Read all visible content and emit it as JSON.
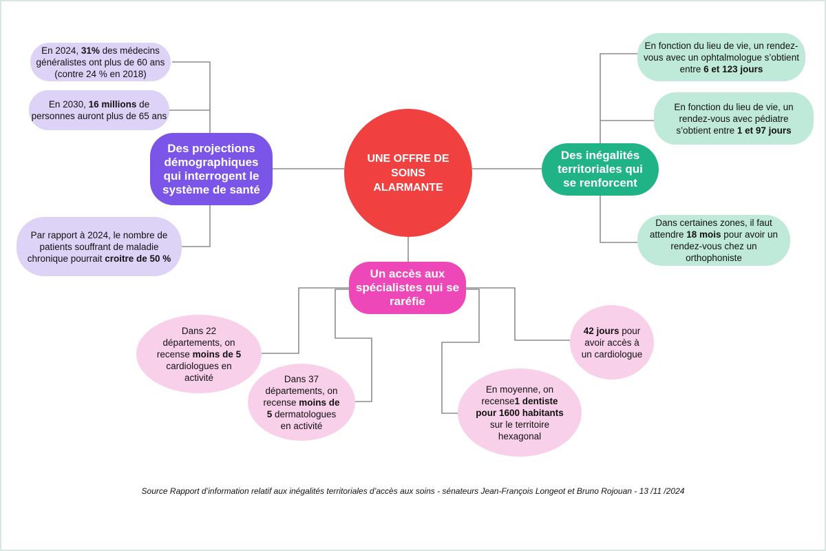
{
  "center": {
    "title": "UNE OFFRE DE SOINS ALARMANTE"
  },
  "branches": {
    "demographics": {
      "title": "Des projections démographiques qui interrogent le système de santé",
      "color": "#7b55e8",
      "leaves": [
        {
          "parts": [
            [
              "En 2024, ",
              false
            ],
            [
              "31%",
              true
            ],
            [
              " des médecins généralistes ont plus de 60 ans (contre 24 % en 2018)",
              false
            ]
          ]
        },
        {
          "parts": [
            [
              "En 2030, ",
              false
            ],
            [
              "16 millions",
              true
            ],
            [
              " de personnes auront plus de 65 ans",
              false
            ]
          ]
        },
        {
          "parts": [
            [
              "Par rapport à 2024, le nombre de patients souffrant de maladie chronique pourrait ",
              false
            ],
            [
              "croitre de 50 %",
              true
            ]
          ]
        }
      ]
    },
    "territorial": {
      "title": "Des inégalités territoriales qui se renforcent",
      "color": "#1fb386",
      "leaves": [
        {
          "parts": [
            [
              "En fonction du lieu de vie, un rendez-vous avec un ophtalmologue s’obtient entre ",
              false
            ],
            [
              "6 et 123 jours",
              true
            ]
          ]
        },
        {
          "parts": [
            [
              "En fonction du lieu de vie, un rendez-vous avec pédiatre s’obtient entre ",
              false
            ],
            [
              "1 et 97 jours",
              true
            ]
          ]
        },
        {
          "parts": [
            [
              "Dans certaines zones, il faut attendre ",
              false
            ],
            [
              "18 mois",
              true
            ],
            [
              " pour avoir un rendez-vous chez un orthophoniste",
              false
            ]
          ]
        }
      ]
    },
    "specialists": {
      "title": "Un accès aux spécialistes qui se raréfie",
      "color": "#ee47b8",
      "leaves": [
        {
          "parts": [
            [
              "Dans 22 départements, on recense ",
              false
            ],
            [
              "moins de 5",
              true
            ],
            [
              " cardiologues en activité",
              false
            ]
          ]
        },
        {
          "parts": [
            [
              "Dans 37 départements, on recense ",
              false
            ],
            [
              "moins de 5",
              true
            ],
            [
              " dermatologues en activité",
              false
            ]
          ]
        },
        {
          "parts": [
            [
              "En moyenne, on recense",
              false
            ],
            [
              "1 dentiste pour 1600 habitants",
              true
            ],
            [
              " sur le territoire hexagonal",
              false
            ]
          ]
        },
        {
          "parts": [
            [
              "42 jours",
              true
            ],
            [
              " pour avoir accès à un cardiologue",
              false
            ]
          ]
        }
      ]
    }
  },
  "source": "Source Rapport d’information relatif aux inégalités territoriales d’accès aux soins - sénateurs Jean-François Longeot et Bruno Rojouan - 13 /11 /2024"
}
